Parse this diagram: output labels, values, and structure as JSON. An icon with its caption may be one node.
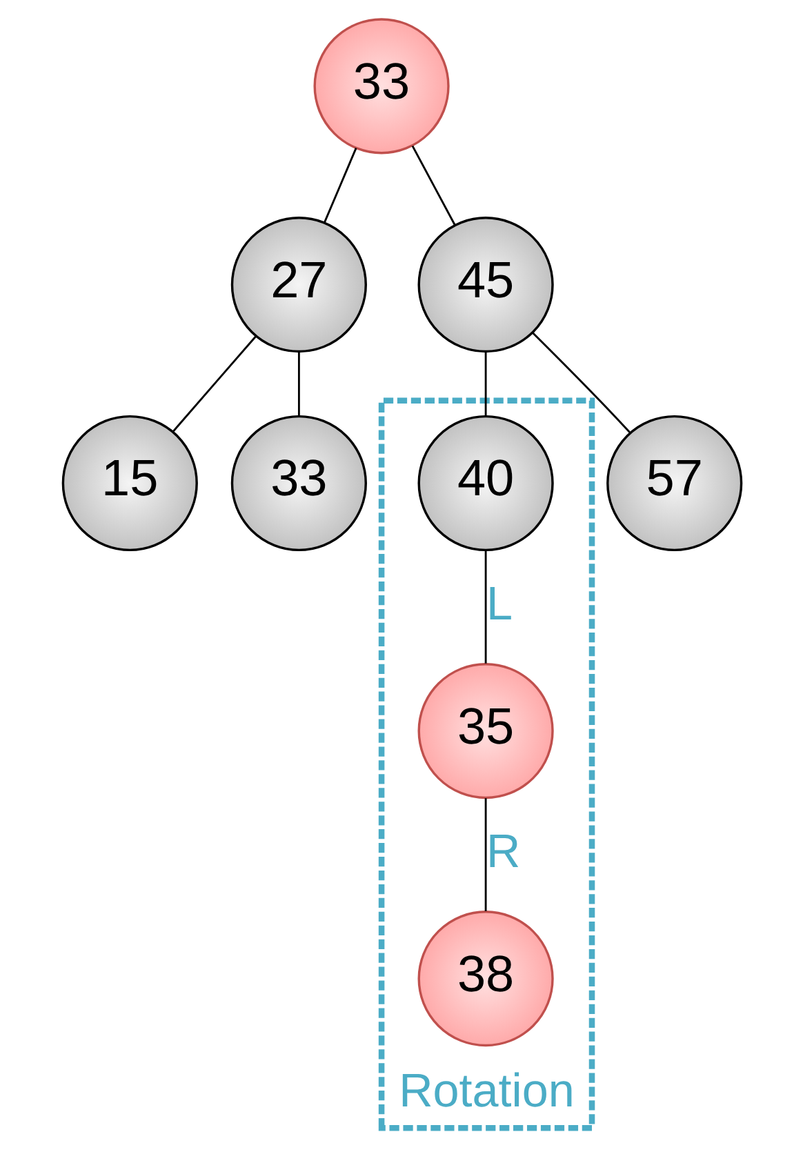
{
  "diagram": {
    "nodes": [
      {
        "text": [
          "33"
        ]
      },
      {
        "text": [
          "27"
        ]
      },
      {
        "text": [
          "45"
        ]
      },
      {
        "text": [
          "15"
        ]
      },
      {
        "text": [
          "33"
        ]
      },
      {
        "text": [
          "Rotation"
        ]
      },
      {
        "text": [
          "40"
        ],
        "in": 5
      },
      {
        "text": [
          "57"
        ]
      },
      {
        "text": [
          "35"
        ],
        "in": 5
      },
      {
        "text": [
          "38"
        ],
        "in": 5
      }
    ],
    "edges": [
      {
        "from": 0,
        "to": 1,
        "arrow": "none"
      },
      {
        "from": 0,
        "to": 2,
        "arrow": "none"
      },
      {
        "from": 1,
        "to": 3,
        "arrow": "none"
      },
      {
        "from": 1,
        "to": 4,
        "arrow": "none"
      },
      {
        "from": 2,
        "to": 6,
        "arrow": "none"
      },
      {
        "from": 2,
        "to": 7,
        "arrow": "none"
      },
      {
        "from": 6,
        "to": 8,
        "label": "L",
        "arrow": "none"
      },
      {
        "from": 8,
        "to": 9,
        "label": "R",
        "arrow": "none"
      }
    ]
  }
}
